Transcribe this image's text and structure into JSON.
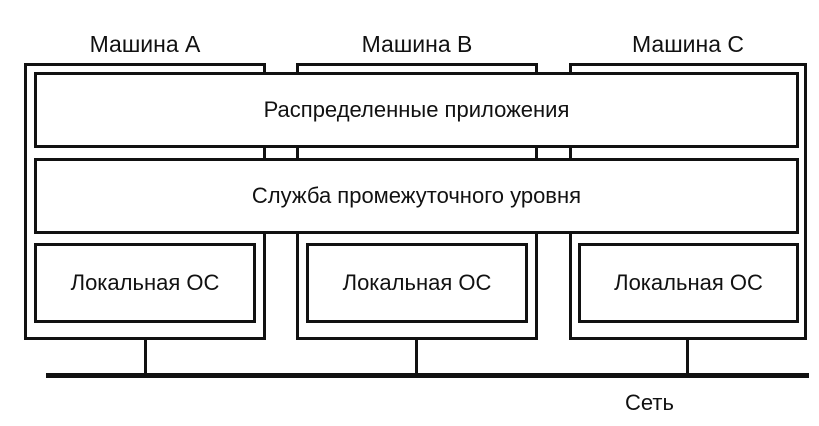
{
  "machines": [
    {
      "label": "Машина А",
      "os_label": "Локальная ОС"
    },
    {
      "label": "Машина В",
      "os_label": "Локальная ОС"
    },
    {
      "label": "Машина С",
      "os_label": "Локальная ОС"
    }
  ],
  "layers": {
    "applications": "Распределенные приложения",
    "middleware": "Служба промежуточного уровня"
  },
  "network": {
    "label": "Сеть"
  }
}
